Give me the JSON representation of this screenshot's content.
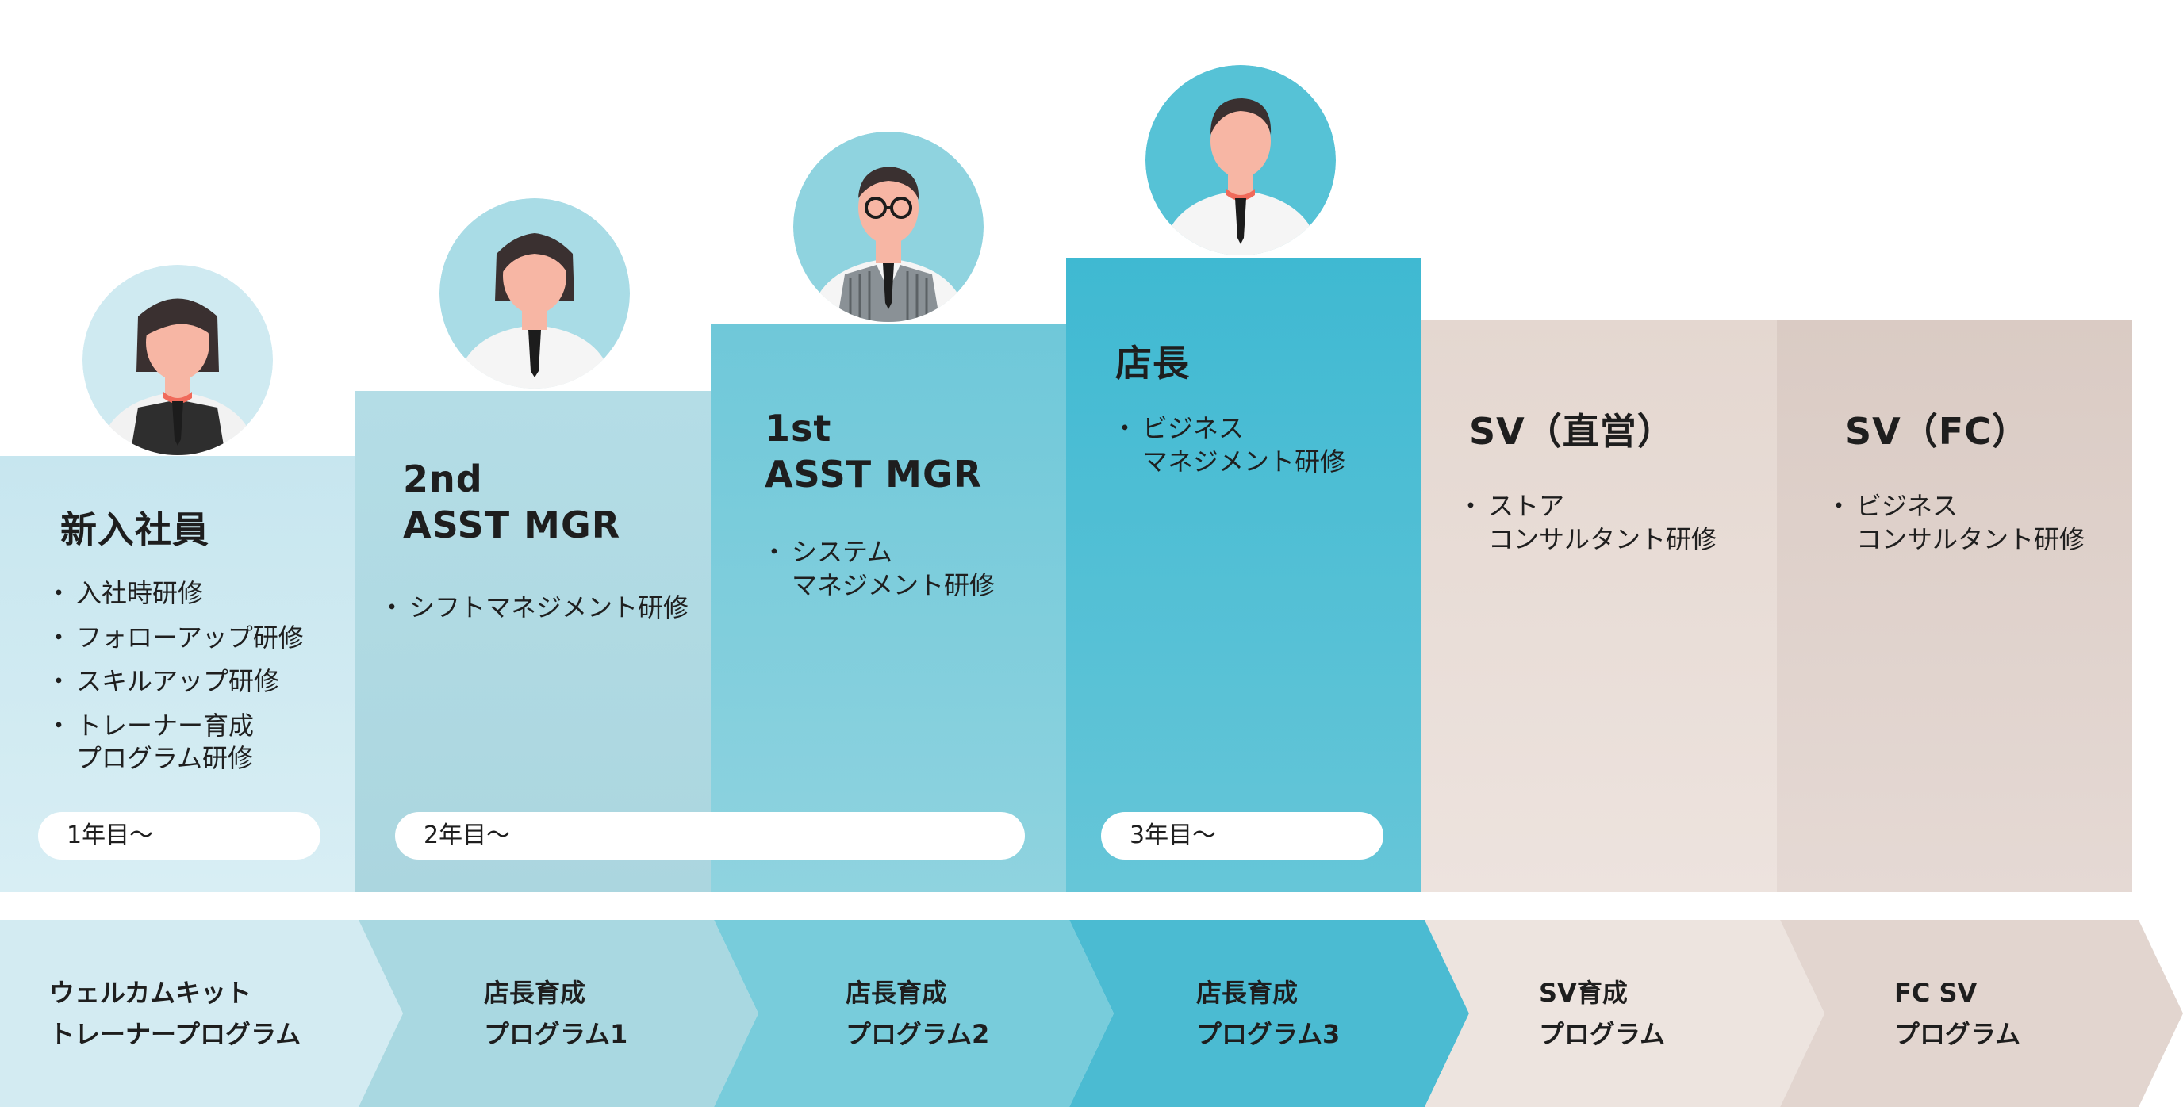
{
  "columns": [
    {
      "title": "新入社員",
      "bullets": [
        "入社時研修",
        "フォローアップ研修",
        "スキルアップ研修",
        "トレーナー育成\nプログラム研修"
      ]
    },
    {
      "title": "2nd\nASST MGR",
      "bullets": [
        "シフトマネジメント研修"
      ]
    },
    {
      "title": "1st\nASST MGR",
      "bullets": [
        "システム\nマネジメント研修"
      ]
    },
    {
      "title": "店長",
      "bullets": [
        "ビジネス\nマネジメント研修"
      ]
    },
    {
      "title": "SV（直営）",
      "bullets": [
        "ストア\nコンサルタント研修"
      ]
    },
    {
      "title": "SV（FC）",
      "bullets": [
        "ビジネス\nコンサルタント研修"
      ]
    }
  ],
  "timeline": [
    "1年目〜",
    "2年目〜",
    "3年目〜"
  ],
  "programs": [
    "ウェルカムキット\nトレーナープログラム",
    "店長育成\nプログラム1",
    "店長育成\nプログラム2",
    "店長育成\nプログラム3",
    "SV育成\nプログラム",
    "FC SV\nプログラム"
  ],
  "colors": {
    "col1": "#d3ebf2",
    "col2": "#abd8e1",
    "col3": "#7fcedc",
    "col4": "#53bfd4",
    "col5": "#ede4df",
    "col6": "#e2d5cf",
    "avatar_bg": "#bfe3ec",
    "skin": "#f7b6a4",
    "hair": "#3a3030"
  },
  "icons": [
    "employee-avatar-icon",
    "woman-avatar-icon",
    "glasses-man-avatar-icon",
    "manager-avatar-icon"
  ]
}
